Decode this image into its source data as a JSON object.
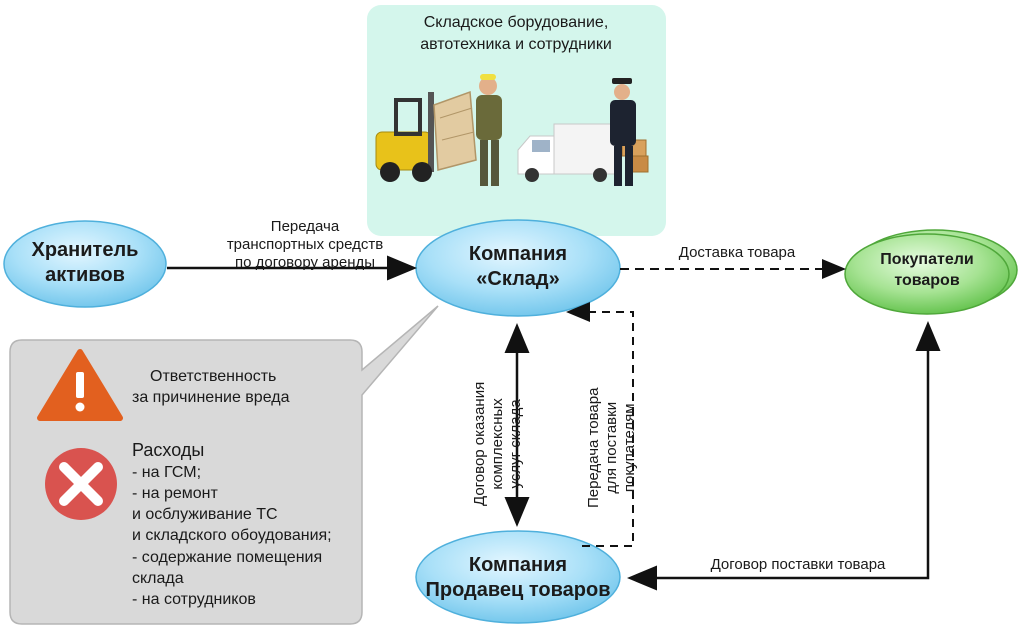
{
  "nodes": {
    "custodian": {
      "line1": "Хранитель",
      "line2": "активов"
    },
    "warehouse": {
      "line1": "Компания",
      "line2": "«Склад»"
    },
    "seller": {
      "line1": "Компания",
      "line2": "Продавец товаров"
    },
    "buyers": {
      "line1": "Покупатели",
      "line2": "товаров"
    }
  },
  "edges": {
    "lease": {
      "line1": "Передача",
      "line2": "транспортных средств",
      "line3": "по договору аренды"
    },
    "delivery": "Доставка товара",
    "service_contract": {
      "line1": "Договор оказания",
      "line2": "комплексных",
      "line3": "услуг склада"
    },
    "goods_transfer": {
      "line1": "Передача товара",
      "line2": "для поставки",
      "line3": "покупателям"
    },
    "supply_contract": "Договор поставки товара"
  },
  "equipment_box": {
    "line1": "Складское борудование,",
    "line2": "автотехника и сотрудники"
  },
  "panel": {
    "liability": {
      "line1": "Ответственность",
      "line2": "за причинение вреда"
    },
    "expenses": [
      "Расходы",
      "- на ГСМ;",
      "- на ремонт",
      "и осблуживание ТС",
      "и складского обоудования;",
      "- содержание помещения",
      "склада",
      "- на сотрудников"
    ]
  },
  "icons": {
    "warning": "warning-triangle-icon",
    "error": "error-x-circle-icon"
  },
  "colors": {
    "node_blue": "#8fd3f3",
    "node_green": "#7fd36b",
    "box_mint": "#d6f7ee",
    "panel_grey": "#d9d9d9",
    "warning": "#e2601f",
    "error": "#d9534f"
  }
}
